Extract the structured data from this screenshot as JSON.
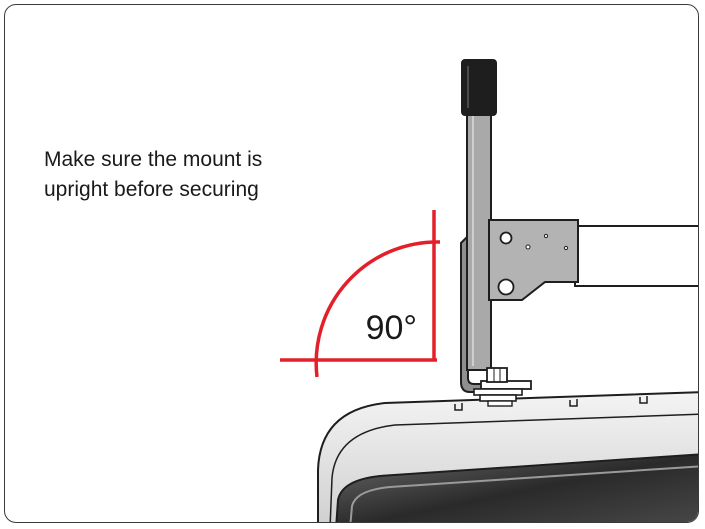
{
  "instruction": {
    "line1": "Make sure the mount is",
    "line2": "upright before securing"
  },
  "angle": {
    "label": "90°",
    "color": "#e3202a"
  },
  "colors": {
    "frame_border": "#3a3a3a",
    "mount_post": "#a9a9a9",
    "mount_cap": "#1e1e1e",
    "housing": "#e6e6e6"
  },
  "icons": {
    "mount": "mount-bracket-illustration",
    "angle": "right-angle-indicator"
  }
}
